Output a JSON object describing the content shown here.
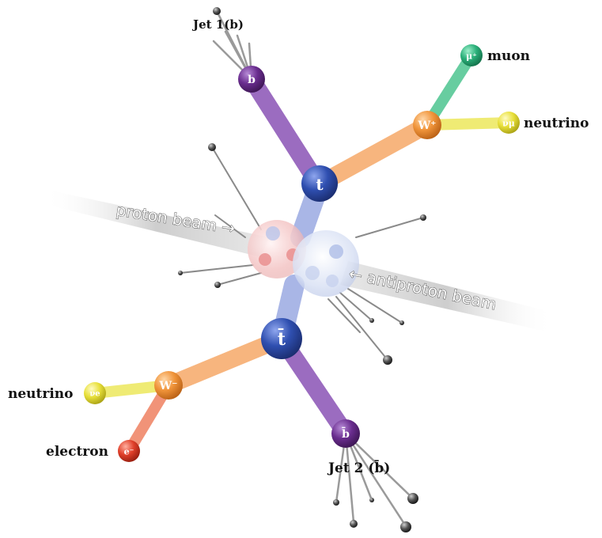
{
  "labels": {
    "jet1": "Jet 1(b)",
    "jet2": "Jet 2 (b̄)",
    "muon": "muon",
    "neutrino_top": "neutrino",
    "neutrino_left": "neutrino",
    "electron": "electron",
    "proton_beam": "proton beam →",
    "antiproton_beam": "← antiproton beam"
  },
  "symbols": {
    "b": "b",
    "bbar": "b̄",
    "t": "t",
    "tbar": "t̄",
    "wplus": "W⁺",
    "wminus": "W⁻",
    "muplus": "μ⁺",
    "nu_mu": "νμ",
    "nu_e": "νe",
    "electron": "e⁻"
  },
  "colors": {
    "top": "#2f4fb0",
    "bottom": "#6a2d8f",
    "w_boson": "#f0943a",
    "muon": "#2bb07a",
    "neutrino": "#e8e03a",
    "electron": "#e0402a",
    "proton": "#f3c4c4",
    "antiproton": "#c9d4ee"
  }
}
